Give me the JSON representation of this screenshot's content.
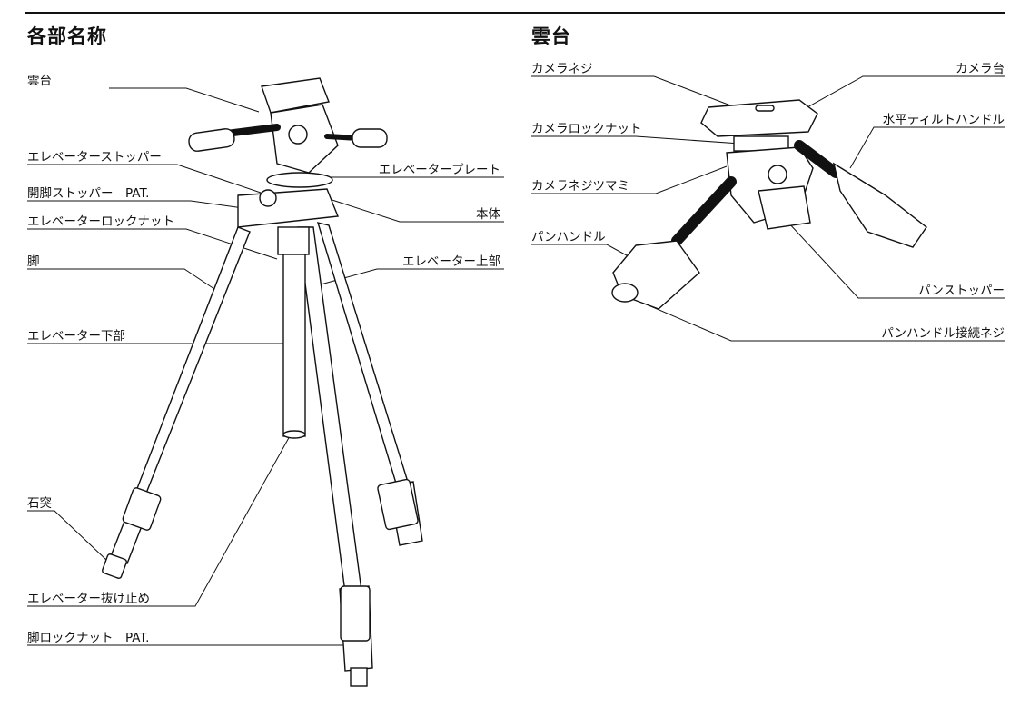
{
  "headings": {
    "left": "各部名称",
    "right": "雲台"
  },
  "tripod_labels": {
    "head": "雲台",
    "elevator_stopper": "エレベーターストッパー",
    "leg_spread_stopper": "開脚ストッパー　PAT.",
    "elevator_lock_nut": "エレベーターロックナット",
    "leg": "脚",
    "elevator_lower": "エレベーター下部",
    "stone_tip": "石突",
    "elevator_retainer": "エレベーター抜け止め",
    "leg_lock_nut": "脚ロックナット　PAT.",
    "elevator_plate": "エレベータープレート",
    "body": "本体",
    "elevator_upper": "エレベーター上部"
  },
  "head_labels": {
    "camera_screw": "カメラネジ",
    "camera_lock_nut": "カメラロックナット",
    "camera_screw_knob": "カメラネジツマミ",
    "pan_handle": "パンハンドル",
    "camera_platform": "カメラ台",
    "tilt_handle": "水平ティルトハンドル",
    "pan_stopper": "パンストッパー",
    "pan_handle_screw": "パンハンドル接続ネジ"
  }
}
